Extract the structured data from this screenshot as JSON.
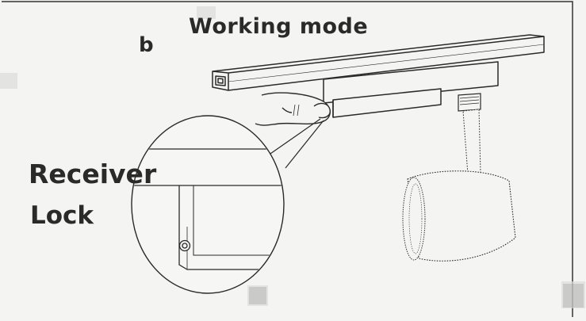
{
  "figure": {
    "panel_letter": "b",
    "title": "Working mode",
    "label_line1": "Receiver",
    "label_line2": "Lock"
  },
  "colors": {
    "paper": "#f4f4f2",
    "ink": "#2a2a2a",
    "thumbnail_grey": "#9a9a9a"
  }
}
